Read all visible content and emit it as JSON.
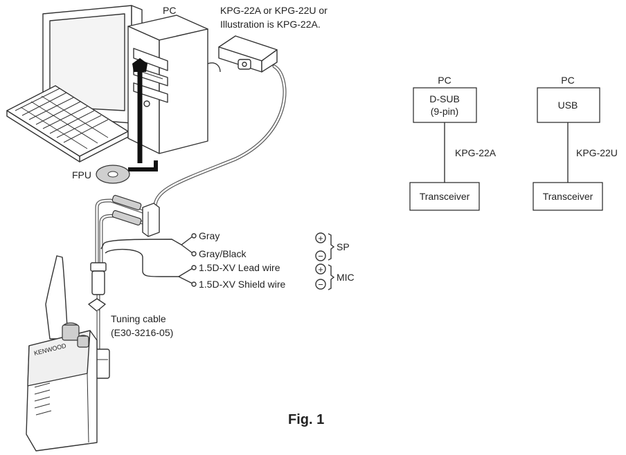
{
  "labels": {
    "pc_top": "PC",
    "cable_note_line1": "KPG-22A or KPG-22U or",
    "cable_note_line2": "Illustration is KPG-22A.",
    "fpu": "FPU",
    "wire_gray": "Gray",
    "wire_gray_black": "Gray/Black",
    "wire_lead": "1.5D-XV Lead wire",
    "wire_shield": "1.5D-XV Shield wire",
    "plus": "+",
    "minus": "−",
    "sp": "SP",
    "mic": "MIC",
    "tuning_line1": "Tuning cable",
    "tuning_line2": "(E30-3216-05)",
    "radio_brand": "KENWOOD",
    "figure_caption": "Fig. 1"
  },
  "connection_diagrams": [
    {
      "pc_label": "PC",
      "port_line1": "D-SUB",
      "port_line2": "(9-pin)",
      "cable_label": "KPG-22A",
      "device_label": "Transceiver"
    },
    {
      "pc_label": "PC",
      "port_line1": "USB",
      "port_line2": "",
      "cable_label": "KPG-22U",
      "device_label": "Transceiver"
    }
  ]
}
